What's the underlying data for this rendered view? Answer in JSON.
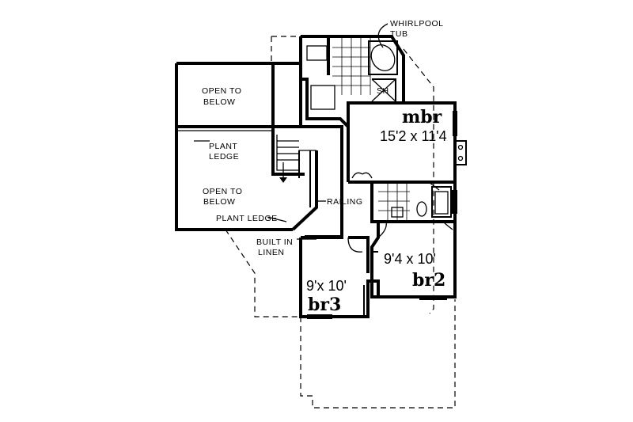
{
  "labels": {
    "whirlpool_line1": "WHIRLPOOL",
    "whirlpool_line2": "TUB",
    "shower": "SH",
    "open_below_1_line1": "OPEN TO",
    "open_below_1_line2": "BELOW",
    "plant_ledge_1_line1": "PLANT",
    "plant_ledge_1_line2": "LEDGE",
    "open_below_2_line1": "OPEN TO",
    "open_below_2_line2": "BELOW",
    "plant_ledge_2": "PLANT LEDGE",
    "railing": "RAILING",
    "linen_line1": "BUILT IN",
    "linen_line2": "LINEN"
  },
  "rooms": {
    "mbr": {
      "name": "mbr",
      "size": "15'2 x 11'4"
    },
    "br2": {
      "name": "br2",
      "size": "9'4 x 10'"
    },
    "br3": {
      "name": "br3",
      "size": "9'x 10'"
    }
  }
}
